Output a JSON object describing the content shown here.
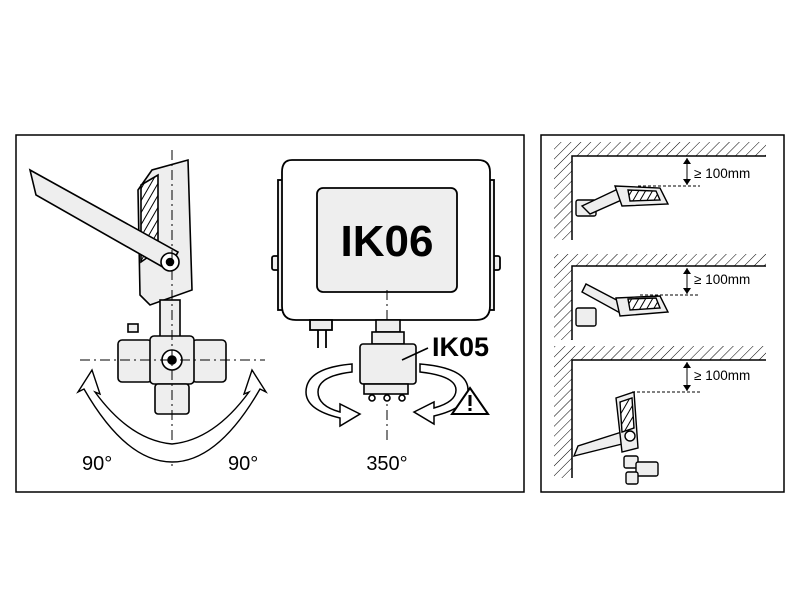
{
  "left_panel": {
    "rotation_left": "90°",
    "rotation_right": "90°",
    "front_rating": "IK06",
    "mount_rating": "IK05",
    "swivel_angle": "350°"
  },
  "right_panel": {
    "clearances": [
      {
        "symbol": "≥",
        "value": "100",
        "unit": "mm"
      },
      {
        "symbol": "≥",
        "value": "100",
        "unit": "mm"
      },
      {
        "symbol": "≥",
        "value": "100",
        "unit": "mm"
      }
    ]
  },
  "colors": {
    "stroke": "#000000",
    "fill_light": "#eeeeee",
    "fill_mid": "#d9d9d9",
    "fill_dark": "#555555"
  }
}
